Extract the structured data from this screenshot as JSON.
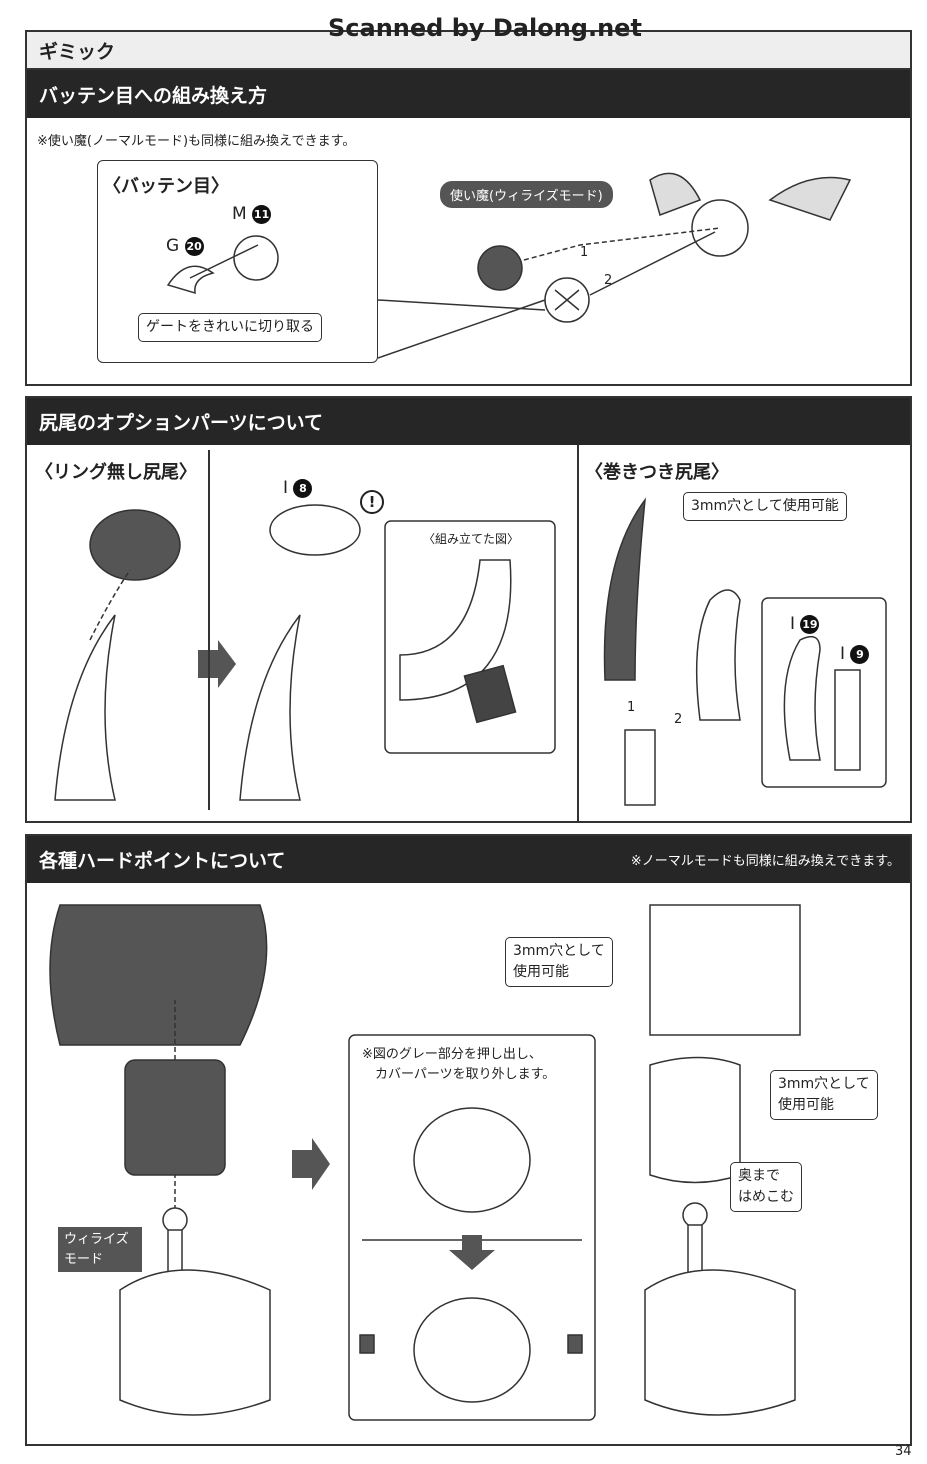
{
  "watermark": "Scanned by Dalong.net",
  "page_number": "34",
  "gimmick": {
    "section_title": "ギミック",
    "header": "バッテン目への組み換え方",
    "note": "※使い魔(ノーマルモード)も同様に組み換えできます。",
    "box_title": "〈バッテン目〉",
    "part_m": {
      "letter": "M",
      "num": "11"
    },
    "part_g": {
      "letter": "G",
      "num": "20"
    },
    "gate_callout": "ゲートをきれいに切り取る",
    "familiar_label": "使い魔(ウィライズモード)",
    "steps": [
      "1",
      "2"
    ]
  },
  "tail": {
    "header": "尻尾のオプションパーツについて",
    "no_ring_title": "〈リング無し尻尾〉",
    "wrap_title": "〈巻きつき尻尾〉",
    "part_i8": {
      "letter": "I",
      "num": "8"
    },
    "assembled_title": "〈組み立てた図〉",
    "warning": "!",
    "hole_callout": "3mm穴として使用可能",
    "part_i19": {
      "letter": "I",
      "num": "19"
    },
    "part_i9": {
      "letter": "I",
      "num": "9"
    },
    "steps": [
      "1",
      "2"
    ]
  },
  "hardpoint": {
    "header": "各種ハードポイントについて",
    "header_note": "※ノーマルモードも同様に組み換えできます。",
    "mode_label": "ウィライズ\nモード",
    "inner_note": "※図のグレー部分を押し出し、\n　カバーパーツを取り外します。",
    "hole_callout_1": "3mm穴として\n使用可能",
    "hole_callout_2": "3mm穴として\n使用可能",
    "push_callout": "奥まで\nはめこむ"
  }
}
